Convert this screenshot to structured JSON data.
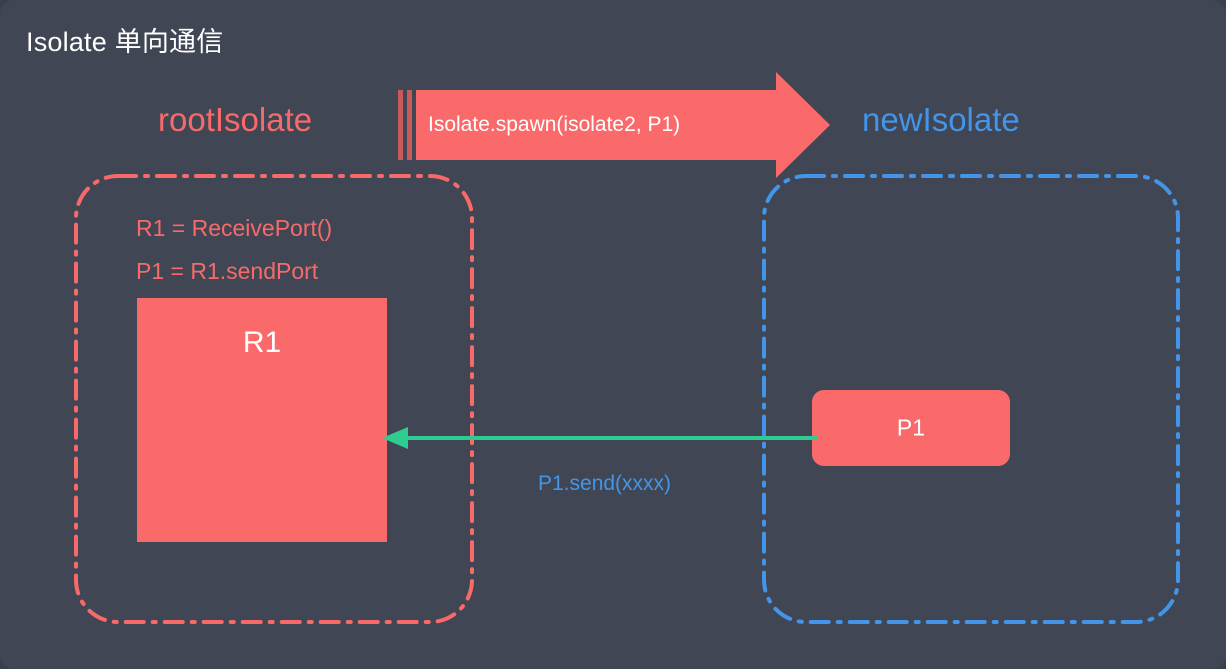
{
  "page": {
    "title": "Isolate 单向通信",
    "background_color": "#414654",
    "accent_red": "#fa6a6a",
    "accent_blue": "#4295e8",
    "accent_green": "#2ecc8f",
    "text_color": "#ffffff"
  },
  "diagram": {
    "left_isolate": {
      "heading": "rootIsolate",
      "heading_color": "#f86a6a",
      "border_style": "dash-dot",
      "border_color": "#f86a6a",
      "code_lines": [
        "R1 = ReceivePort()",
        "P1 = R1.sendPort"
      ],
      "port_box": {
        "label": "R1",
        "fill": "#fa6a6a",
        "shape": "rectangle"
      }
    },
    "right_isolate": {
      "heading": "newIsolate",
      "heading_color": "#4295e8",
      "border_style": "dash-dot",
      "border_color": "#4295e8",
      "port_box": {
        "label": "P1",
        "fill": "#fa6a6a",
        "shape": "rounded-rectangle"
      }
    },
    "spawn_arrow": {
      "label": "Isolate.spawn(isolate2, P1)",
      "fill": "#fa6a6a",
      "direction": "right",
      "label_color": "#ffffff"
    },
    "send_arrow": {
      "label": "P1.send(xxxx)",
      "color": "#2ecc8f",
      "label_color": "#4295e8",
      "direction": "left"
    }
  }
}
